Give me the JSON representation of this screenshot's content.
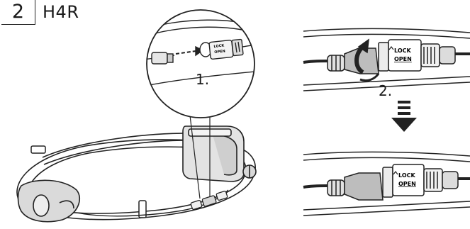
{
  "header": {
    "step_number": "2",
    "model": "H4R"
  },
  "steps": {
    "one": "1.",
    "two": "2."
  },
  "connector": {
    "lock_text": "LOCK",
    "open_text": "OPEN"
  }
}
